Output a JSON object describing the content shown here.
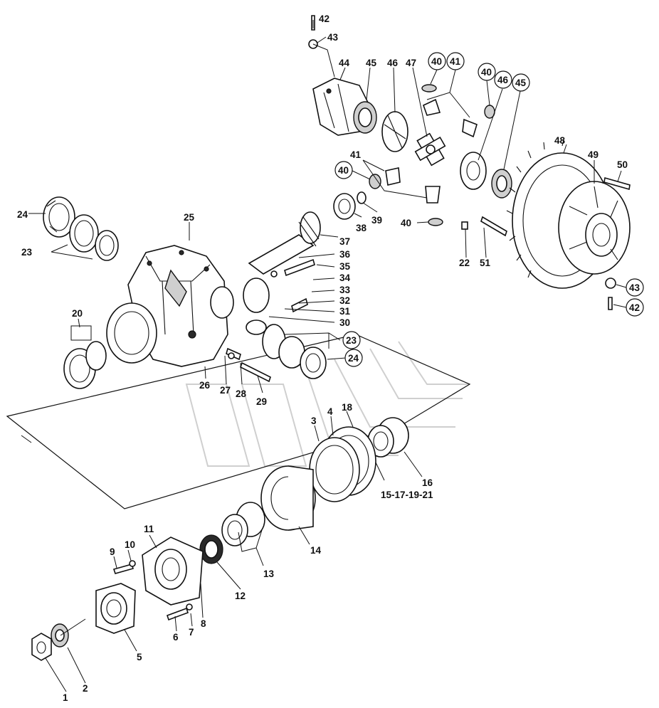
{
  "callouts": {
    "c1": "1",
    "c2": "2",
    "c3": "3",
    "c4": "4",
    "c5": "5",
    "c6": "6",
    "c7": "7",
    "c8": "8",
    "c9": "9",
    "c10": "10",
    "c11": "11",
    "c12": "12",
    "c13": "13",
    "c14": "14",
    "c15": "15-17-19-21",
    "c16": "16",
    "c18": "18",
    "c20": "20",
    "c22": "22",
    "c23a": "23",
    "c23b": "23",
    "c24a": "24",
    "c24b": "24",
    "c25": "25",
    "c26": "26",
    "c27": "27",
    "c28": "28",
    "c29": "29",
    "c30": "30",
    "c31": "31",
    "c32": "32",
    "c33": "33",
    "c34": "34",
    "c35": "35",
    "c36": "36",
    "c37": "37",
    "c38": "38",
    "c39": "39",
    "c40a": "40",
    "c40b": "40",
    "c40c": "40",
    "c40d": "40",
    "c41a": "41",
    "c41b": "41",
    "c42a": "42",
    "c42b": "42",
    "c43a": "43",
    "c43b": "43",
    "c44": "44",
    "c45a": "45",
    "c45b": "45",
    "c46a": "46",
    "c46b": "46",
    "c47": "47",
    "c48": "48",
    "c49": "49",
    "c50": "50",
    "c51": "51"
  },
  "icons": {
    "housing": "differential-carrier-housing-icon",
    "ring_gear": "ring-gear-icon",
    "pinion": "drive-pinion-icon"
  }
}
